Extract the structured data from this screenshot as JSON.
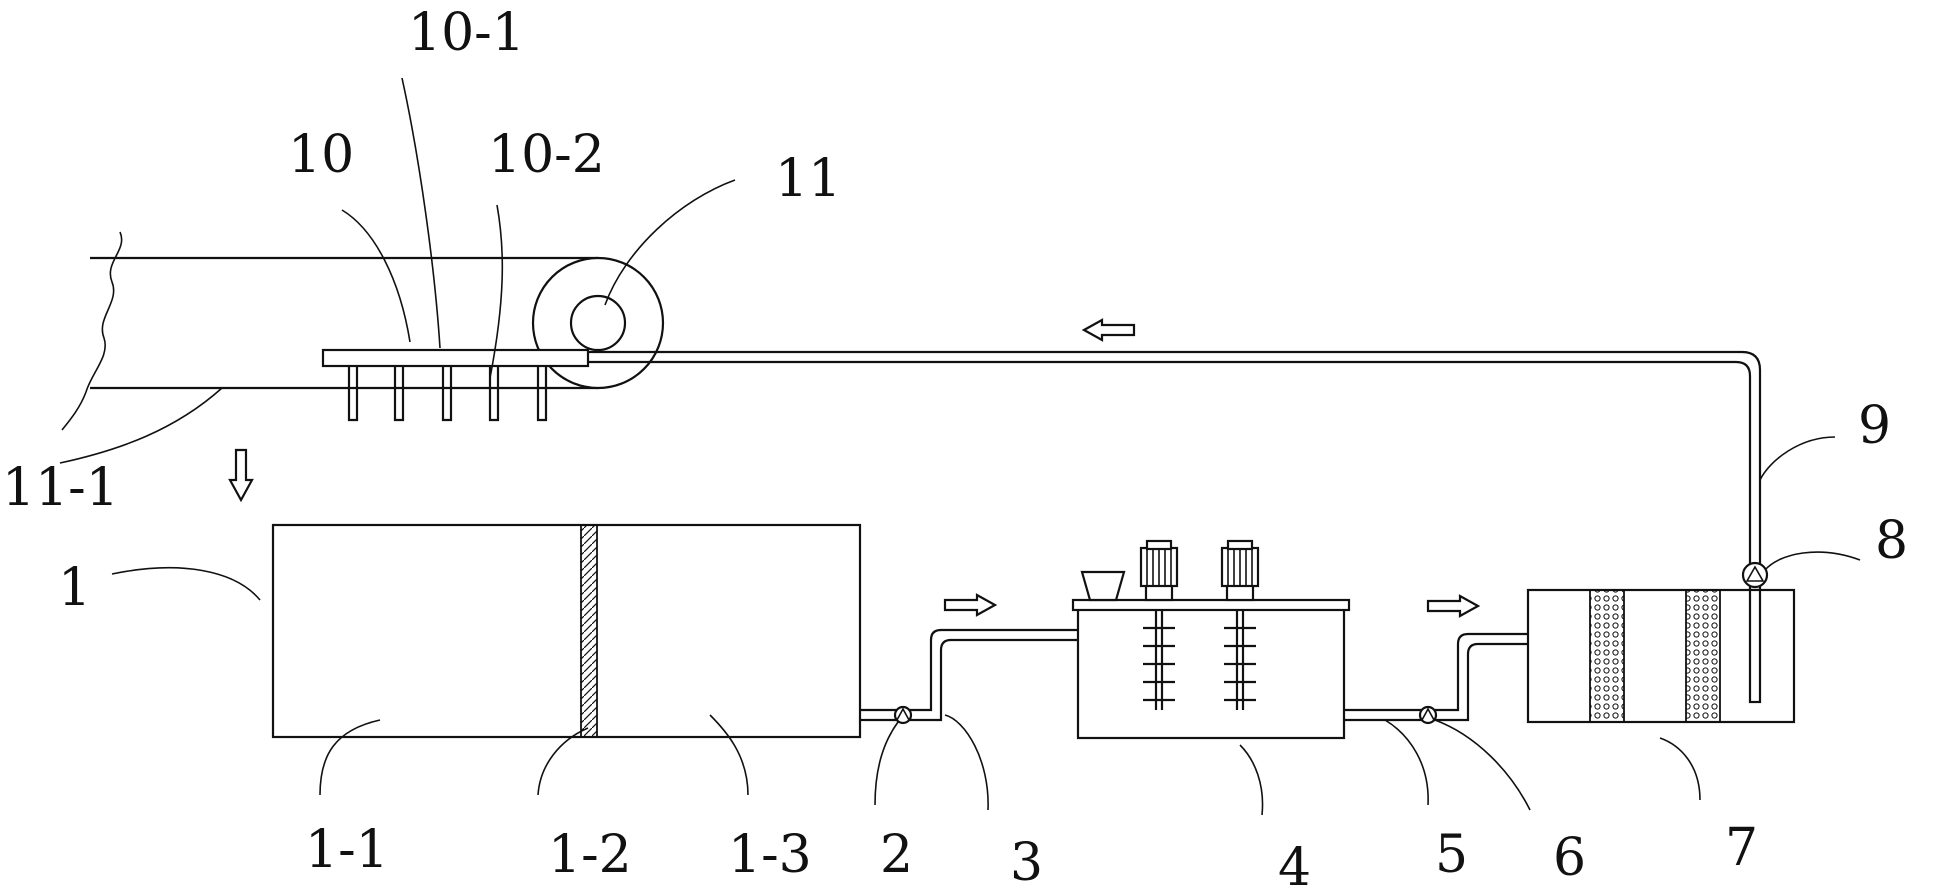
{
  "labels": {
    "l1": "1",
    "l1_1": "1-1",
    "l1_2": "1-2",
    "l1_3": "1-3",
    "l2": "2",
    "l3": "3",
    "l4": "4",
    "l5": "5",
    "l6": "6",
    "l7": "7",
    "l8": "8",
    "l9": "9",
    "l10": "10",
    "l10_1": "10-1",
    "l10_2": "10-2",
    "l11": "11",
    "l11_1": "11-1"
  }
}
